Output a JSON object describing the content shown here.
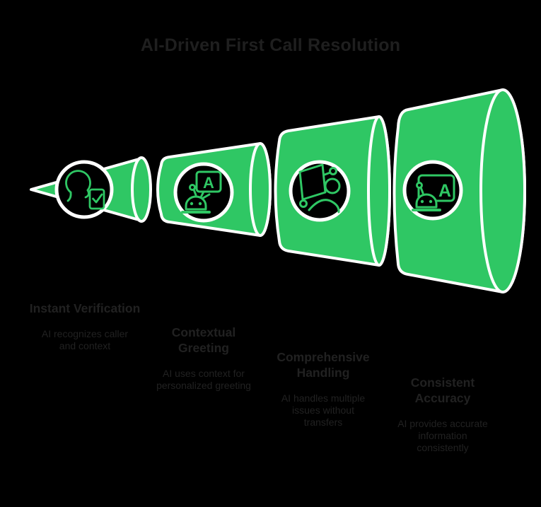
{
  "title": "AI-Driven First Call Resolution",
  "colors": {
    "background": "#000000",
    "funnel_green": "#2FC764",
    "outline_white": "#FFFFFF",
    "node_fill": "#000000",
    "text_dark": "#212121"
  },
  "funnel": {
    "stages": [
      {
        "title": "Instant Verification",
        "description": "AI recognizes caller and context",
        "icon": "caller-verification-icon"
      },
      {
        "title": "Contextual Greeting",
        "description": "AI uses context for personalized greeting",
        "icon": "robot-chat-bubble-icon",
        "icon_letter": "A"
      },
      {
        "title": "Comprehensive Handling",
        "description": "AI handles multiple issues without transfers",
        "icon": "workflow-person-icon"
      },
      {
        "title": "Consistent Accuracy",
        "description": "AI provides accurate information consistently",
        "icon": "robot-screen-icon",
        "icon_letter": "A"
      }
    ]
  }
}
